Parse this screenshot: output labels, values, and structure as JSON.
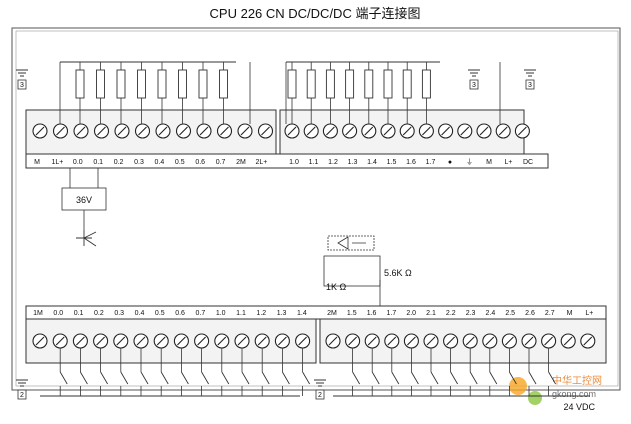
{
  "title": "CPU 226 CN DC/DC/DC 端子连接图",
  "top_output_labels": [
    "M",
    "1L+",
    "0.0",
    "0.1",
    "0.2",
    "0.3",
    "0.4",
    "0.5",
    "0.6",
    "0.7",
    "2M",
    "2L+"
  ],
  "top_output2_labels": [
    "1.0",
    "1.1",
    "1.2",
    "1.3",
    "1.4",
    "1.5",
    "1.6",
    "1.7",
    "●",
    "⏚",
    "M",
    "L+",
    "DC"
  ],
  "bottom_input_labels": [
    "1M",
    "0.0",
    "0.1",
    "0.2",
    "0.3",
    "0.4",
    "0.5",
    "0.6",
    "0.7",
    "1.0",
    "1.1",
    "1.2",
    "1.3",
    "1.4"
  ],
  "bottom_input2_labels": [
    "2M",
    "1.5",
    "1.6",
    "1.7",
    "2.0",
    "2.1",
    "2.2",
    "2.3",
    "2.4",
    "2.5",
    "2.6",
    "2.7",
    "M",
    "L+"
  ],
  "detail_voltage": "36V",
  "resistor_high": "5.6K Ω",
  "resistor_low": "1K Ω",
  "sensor_supply": "24 VDC",
  "ground_marks": [
    "3",
    "3",
    "3",
    "2",
    "2"
  ],
  "watermark": {
    "cn": "中华工控网",
    "url": "gkong.com"
  }
}
